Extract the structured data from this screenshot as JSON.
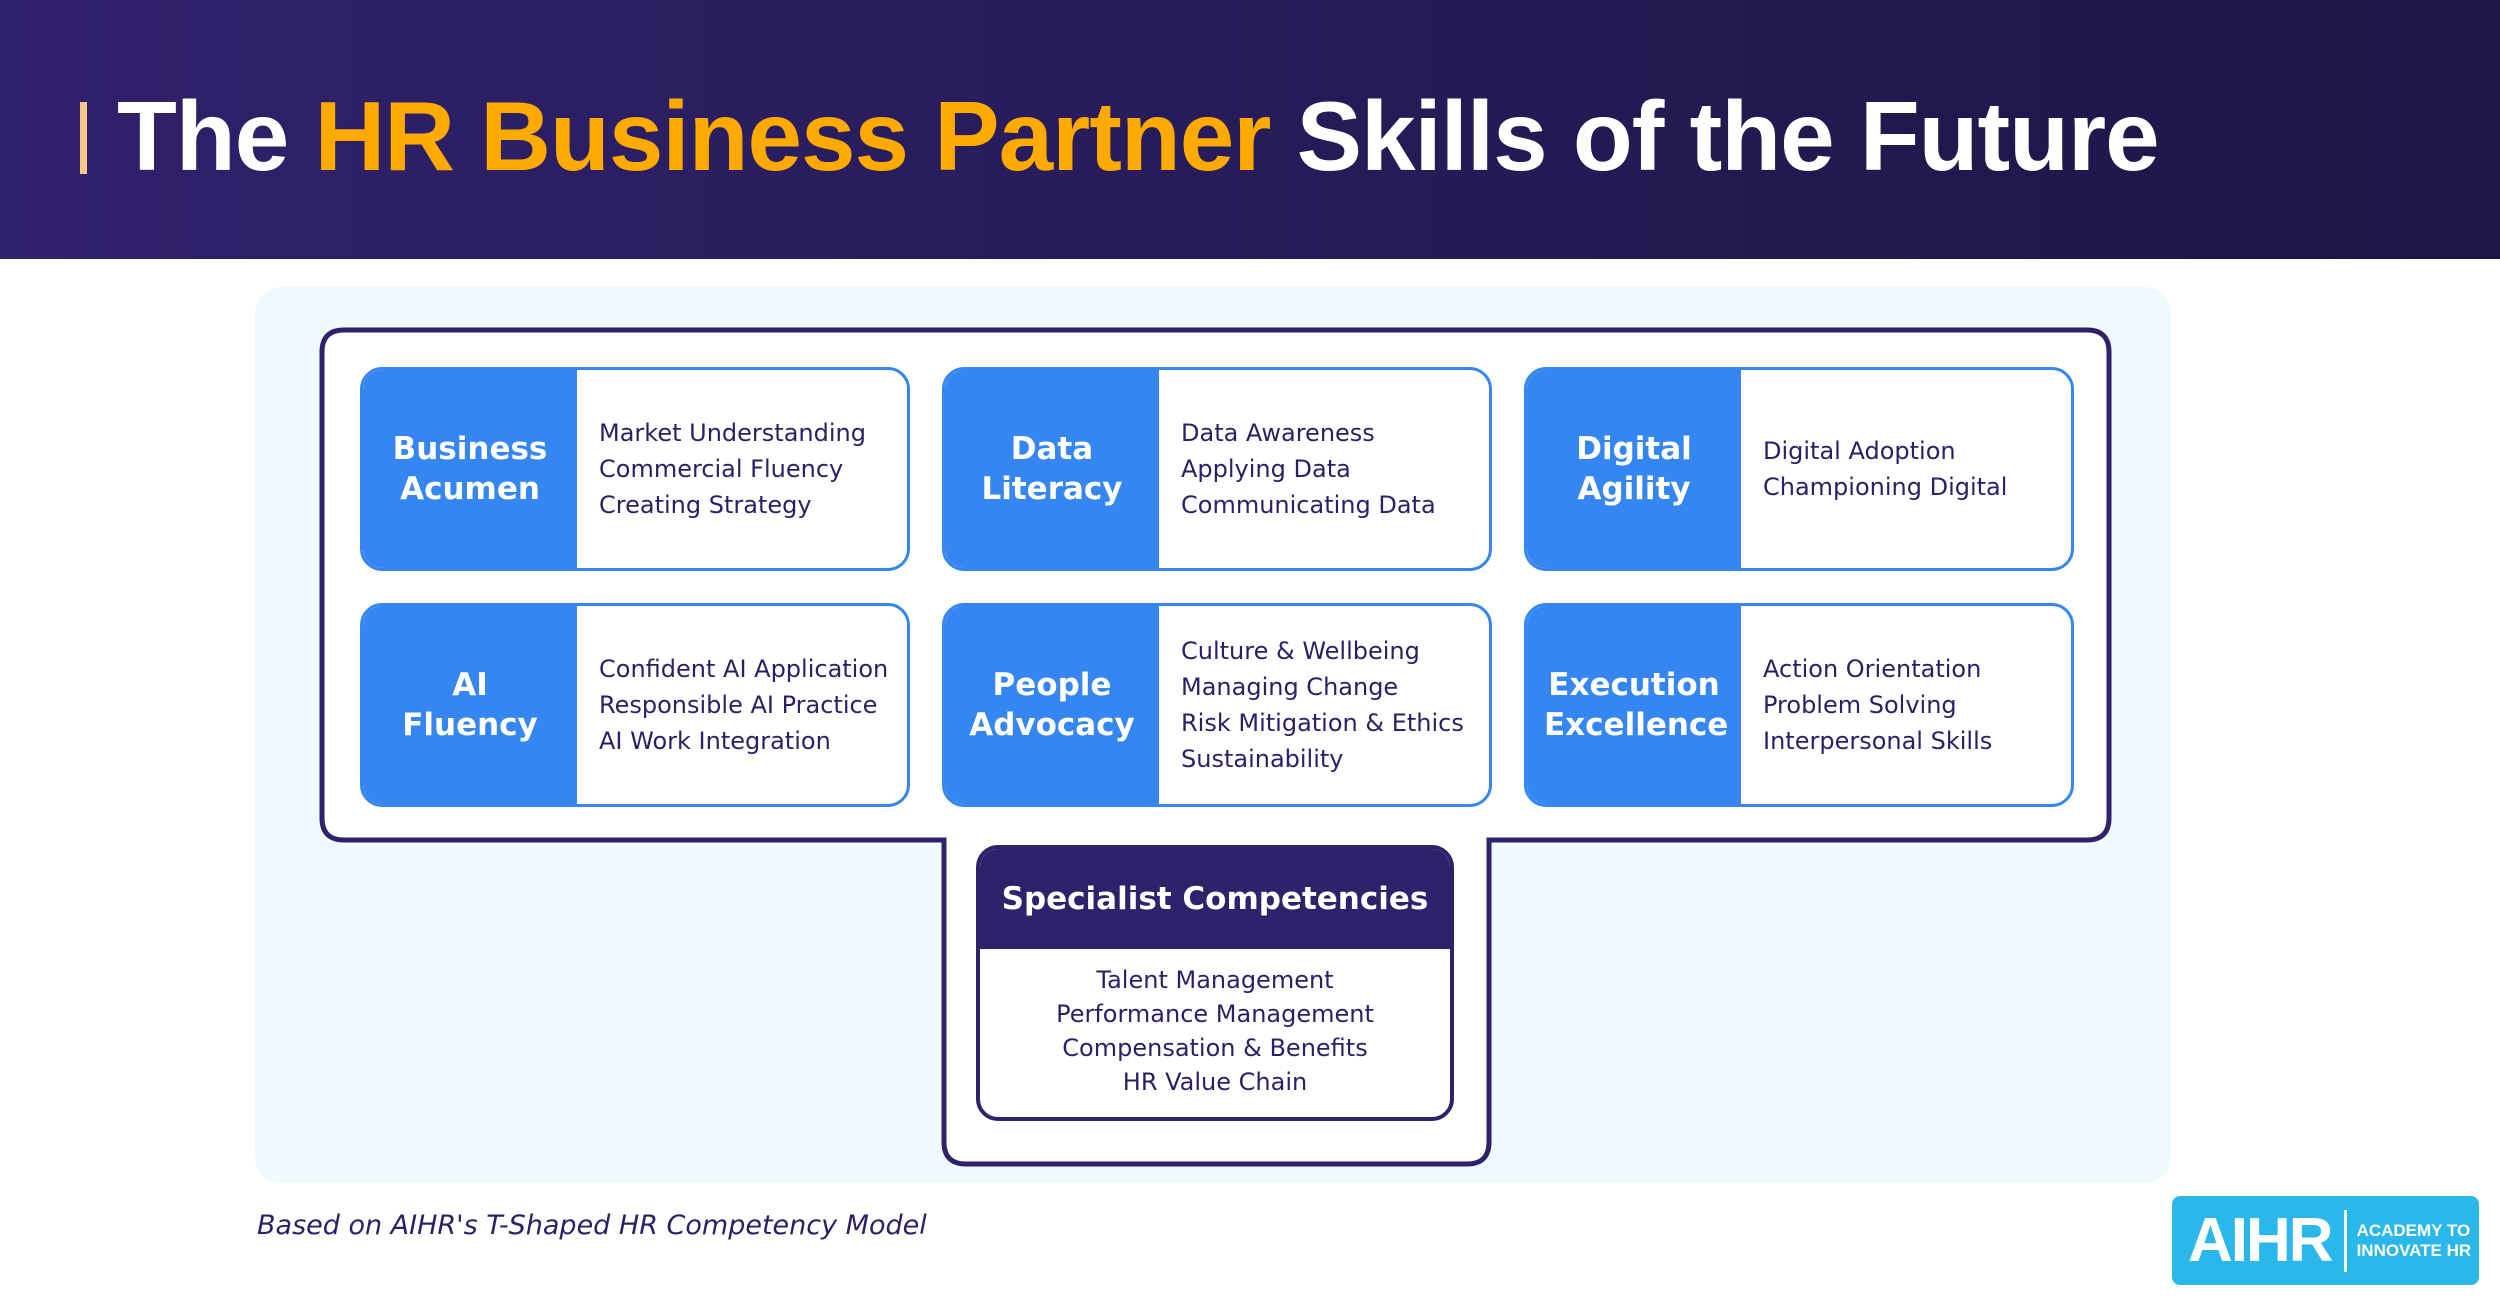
{
  "header": {
    "title_pre": "The ",
    "title_highlight": "HR Business Partner",
    "title_post": " Skills of the Future"
  },
  "colors": {
    "accent": "#ffaa00",
    "card_blue": "#3586f0",
    "dark": "#30216b",
    "logo": "#2bb7ea"
  },
  "cards": [
    {
      "title": "Business Acumen",
      "items": [
        "Market Understanding",
        "Commercial Fluency",
        "Creating Strategy"
      ]
    },
    {
      "title": "Data Literacy",
      "items": [
        "Data Awareness",
        "Applying Data",
        "Communicating Data"
      ]
    },
    {
      "title": "Digital Agility",
      "items": [
        "Digital Adoption",
        "Championing Digital"
      ]
    },
    {
      "title": "AI Fluency",
      "items": [
        "Confident AI Application",
        "Responsible AI Practice",
        "AI Work Integration"
      ]
    },
    {
      "title": "People Advocacy",
      "items": [
        "Culture & Wellbeing",
        "Managing Change",
        "Risk Mitigation & Ethics",
        "Sustainability"
      ]
    },
    {
      "title": "Execution Excellence",
      "items": [
        "Action Orientation",
        "Problem Solving",
        "Interpersonal Skills"
      ]
    }
  ],
  "specialist": {
    "title": "Specialist Competencies",
    "items": [
      "Talent Management",
      "Performance Management",
      "Compensation & Benefits",
      "HR Value Chain"
    ]
  },
  "footer": {
    "note": "Based on AIHR's T-Shaped HR Competency Model"
  },
  "logo": {
    "mark": "AIHR",
    "line1": "ACADEMY TO",
    "line2": "INNOVATE HR"
  }
}
